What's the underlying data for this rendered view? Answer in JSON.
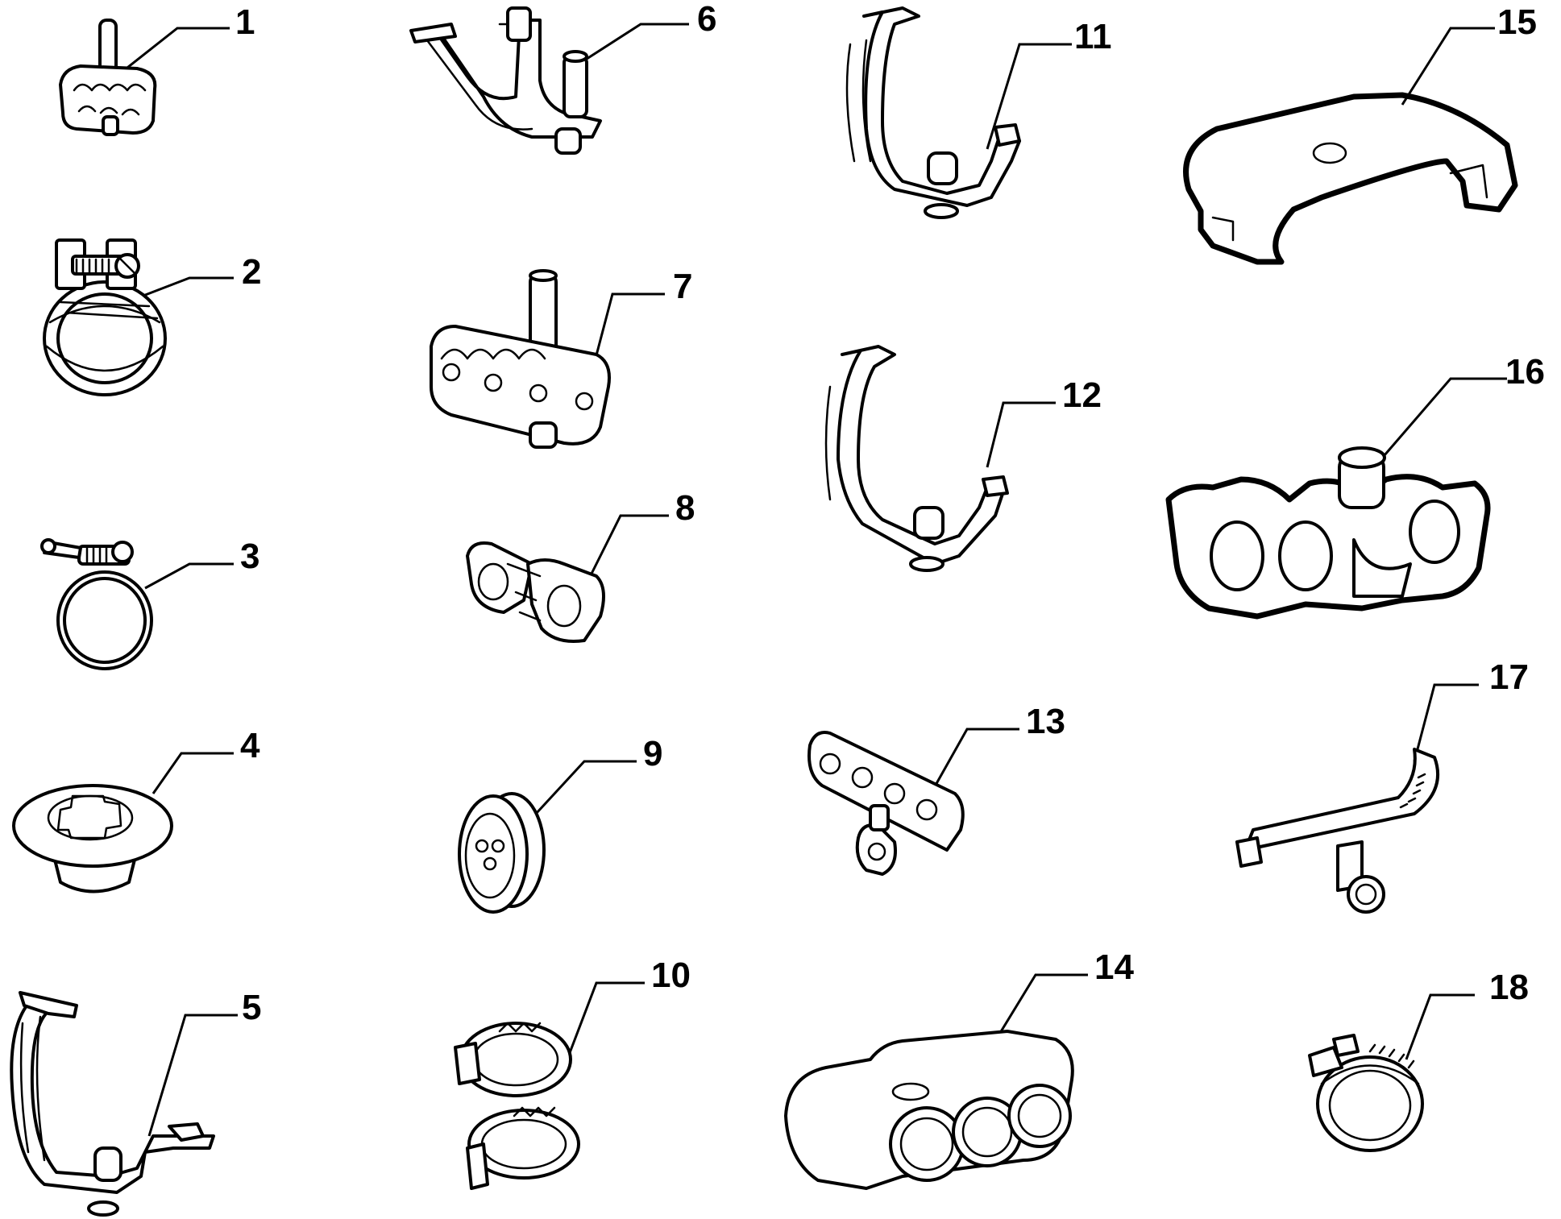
{
  "parts": [
    {
      "num": "1"
    },
    {
      "num": "2"
    },
    {
      "num": "3"
    },
    {
      "num": "4"
    },
    {
      "num": "5"
    },
    {
      "num": "6"
    },
    {
      "num": "7"
    },
    {
      "num": "8"
    },
    {
      "num": "9"
    },
    {
      "num": "10"
    },
    {
      "num": "11"
    },
    {
      "num": "12"
    },
    {
      "num": "13"
    },
    {
      "num": "14"
    },
    {
      "num": "15"
    },
    {
      "num": "16"
    },
    {
      "num": "17"
    },
    {
      "num": "18"
    }
  ]
}
